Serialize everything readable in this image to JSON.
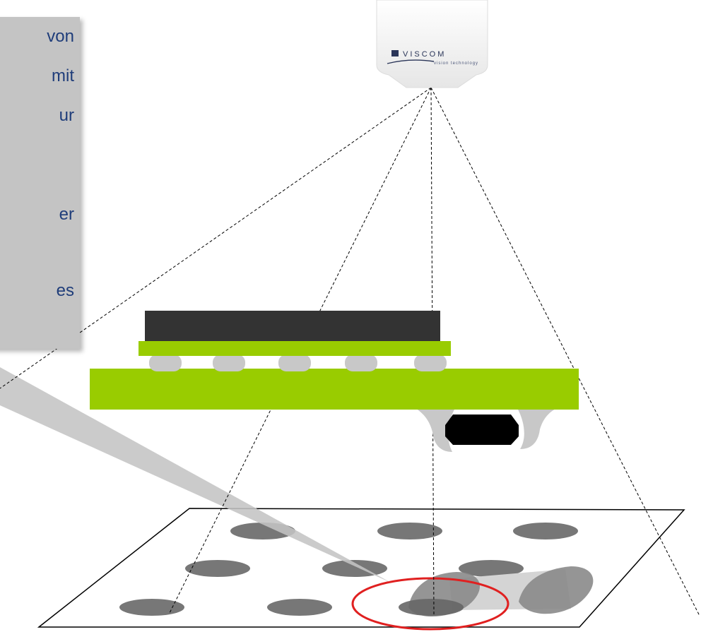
{
  "camera": {
    "brand": "VISCOM",
    "tagline": "vision technology"
  },
  "callout": {
    "lines": [
      "von",
      "mit",
      "ur",
      "er",
      "es"
    ]
  },
  "colors": {
    "pcb_green": "#99cc00",
    "chip_dark": "#333333",
    "solder_gray": "#c8c8c8",
    "projection_gray": "#777777",
    "highlight_red": "#e02020",
    "callout_gray": "#c4c4c4",
    "callout_text": "#1f3d7a"
  }
}
